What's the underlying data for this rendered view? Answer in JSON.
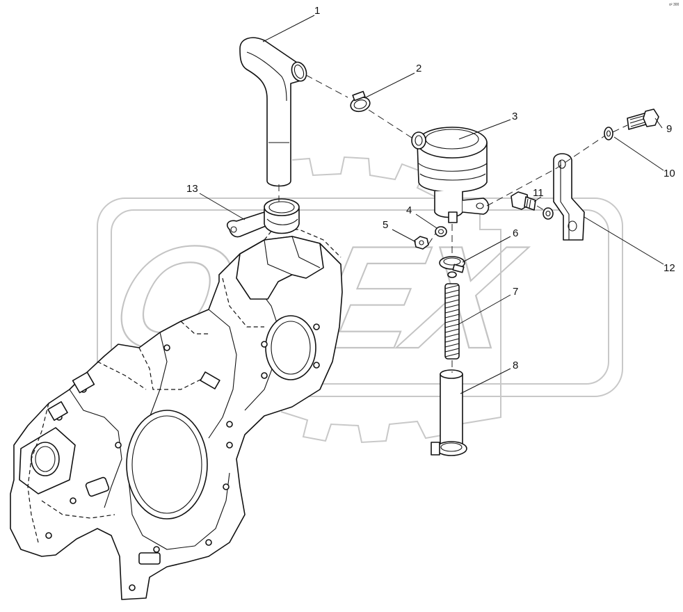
{
  "diagram": {
    "corner_code": "α² 300",
    "watermark": {
      "text": "OPEX"
    },
    "callouts": [
      {
        "number": "1",
        "part": "breather-hose"
      },
      {
        "number": "2",
        "part": "hose-clamp"
      },
      {
        "number": "3",
        "part": "breather-filter"
      },
      {
        "number": "4",
        "part": "washer"
      },
      {
        "number": "5",
        "part": "nut"
      },
      {
        "number": "6",
        "part": "hose-clamp"
      },
      {
        "number": "7",
        "part": "spring"
      },
      {
        "number": "8",
        "part": "drain-tube"
      },
      {
        "number": "9",
        "part": "bolt"
      },
      {
        "number": "10",
        "part": "washer"
      },
      {
        "number": "11",
        "part": "bolt"
      },
      {
        "number": "12",
        "part": "bracket"
      },
      {
        "number": "13",
        "part": "seal-sleeve-with-bracket"
      }
    ]
  }
}
